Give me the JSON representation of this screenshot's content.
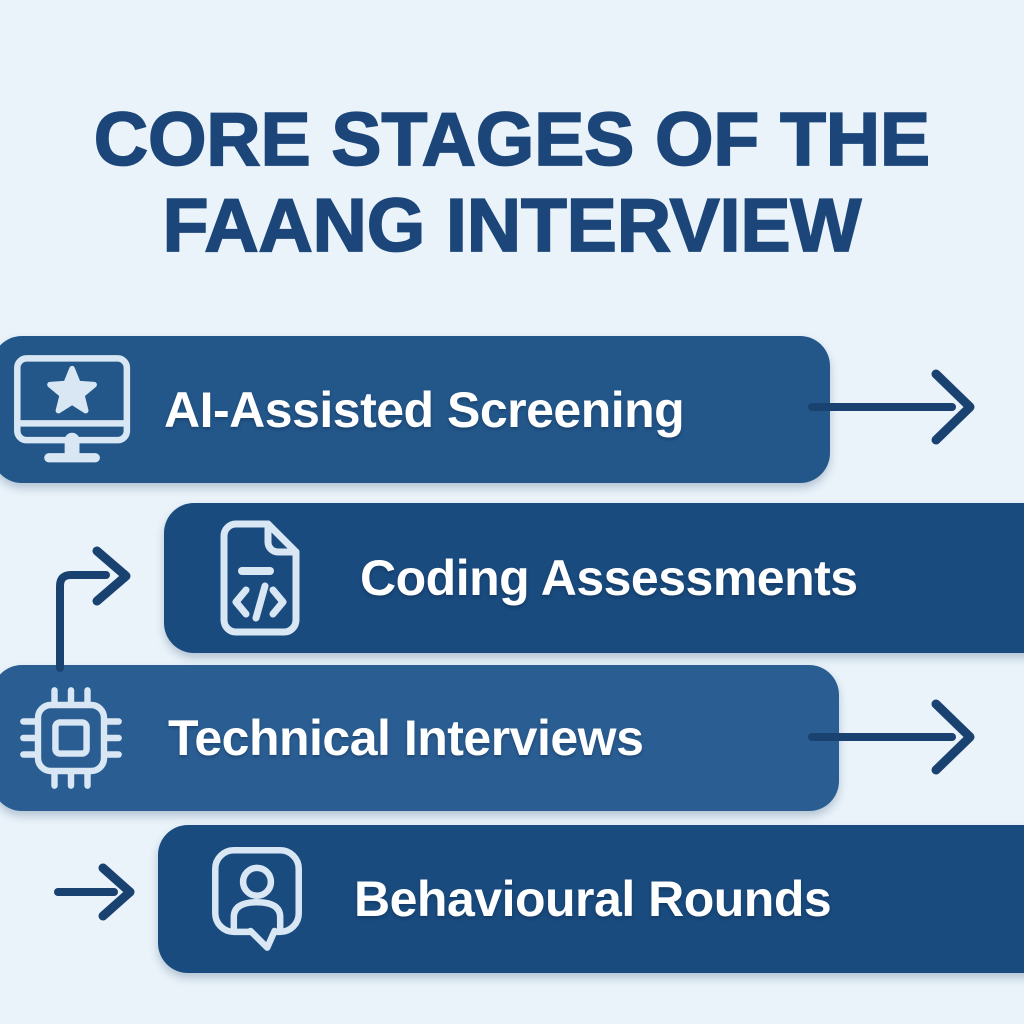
{
  "title": {
    "line1": "CORE STAGES OF THE",
    "line2": "FAANG INTERVIEW"
  },
  "stages": [
    {
      "label": "AI-Assisted Screening",
      "icon": "monitor-star-icon",
      "arrow": "arrow-right"
    },
    {
      "label": "Coding Assessments",
      "icon": "code-document-icon",
      "arrow": "elbow-arrow-up-right"
    },
    {
      "label": "Technical Interviews",
      "icon": "cpu-chip-icon",
      "arrow": "arrow-right"
    },
    {
      "label": "Behavioural Rounds",
      "icon": "person-speech-bubble-icon",
      "arrow": "arrow-right-short"
    }
  ],
  "theme": {
    "background": "#eaf3fa",
    "title_color": "#1c4679",
    "arrow_color": "#1a4271",
    "bar_text_color": "#ffffff",
    "icon_stroke": "#d9e7f4",
    "bar_color_a": "#23578a",
    "bar_color_b": "#194b7e",
    "bar_color_c": "#2a5e93"
  }
}
